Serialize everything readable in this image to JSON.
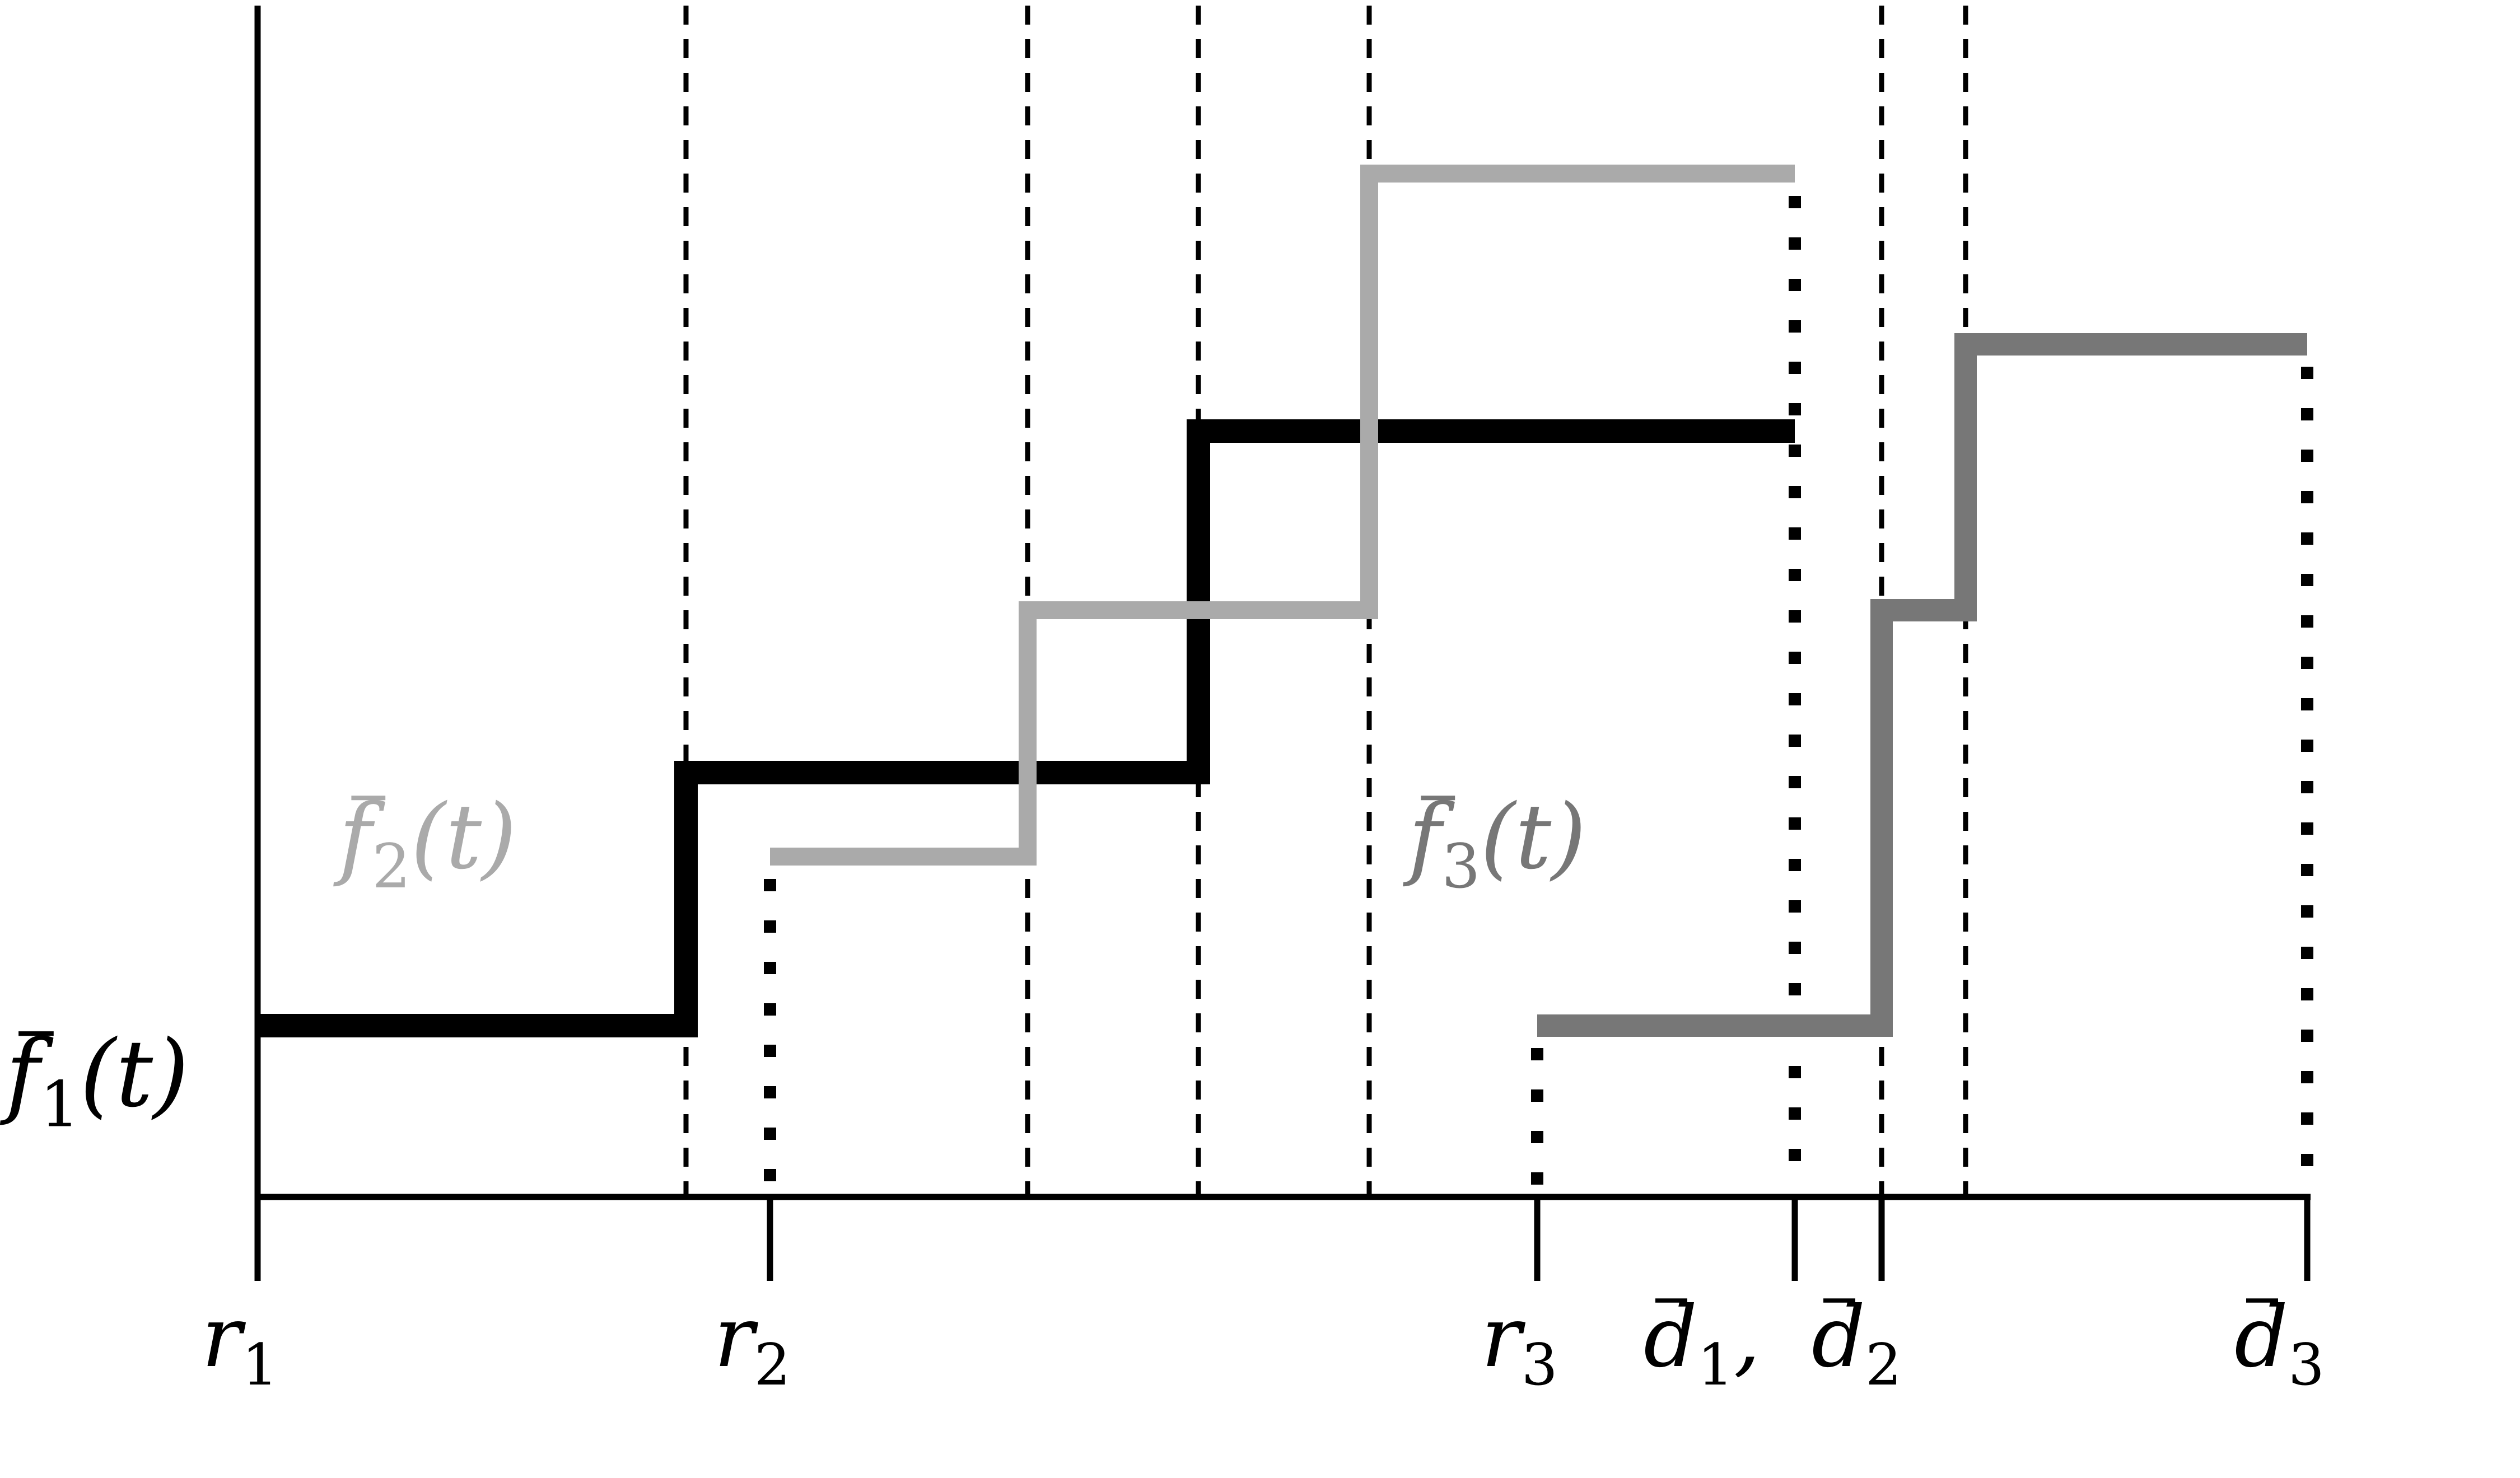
{
  "colors": {
    "axis": "#000000",
    "f1": "#000000",
    "f2": "#aaaaaa",
    "f3": "#777777",
    "guide": "#000000",
    "background": "#ffffff"
  },
  "functions": [
    {
      "id": "f1",
      "label": {
        "base": "f",
        "sub": "1",
        "arg": "(t)"
      },
      "color": "#000000",
      "release_marker": "r_1",
      "deadline_marker": "d_1",
      "steps": [
        {
          "from": "r_1",
          "to": "b1",
          "level": 1
        },
        {
          "from": "b1",
          "to": "b3",
          "level": 3
        },
        {
          "from": "b3",
          "to": "d_1",
          "level": 5
        }
      ]
    },
    {
      "id": "f2",
      "label": {
        "base": "f",
        "sub": "2",
        "arg": "(t)"
      },
      "color": "#aaaaaa",
      "release_marker": "r_2",
      "deadline_marker": "d_1",
      "steps": [
        {
          "from": "r_2",
          "to": "b2",
          "level": 2
        },
        {
          "from": "b2",
          "to": "b4",
          "level": 4
        },
        {
          "from": "b4",
          "to": "d_1",
          "level": 8
        }
      ]
    },
    {
      "id": "f3",
      "label": {
        "base": "f",
        "sub": "3",
        "arg": "(t)"
      },
      "color": "#777777",
      "release_marker": "r_3",
      "deadline_marker": "d_3",
      "steps": [
        {
          "from": "r_3",
          "to": "d_2",
          "level": 1
        },
        {
          "from": "d_2",
          "to": "b5",
          "level": 4
        },
        {
          "from": "b5",
          "to": "d_3",
          "level": 6
        }
      ]
    }
  ],
  "x_markers": [
    {
      "id": "r_1",
      "base": "r",
      "sub": "1",
      "bar": false
    },
    {
      "id": "r_2",
      "base": "r",
      "sub": "2",
      "bar": false
    },
    {
      "id": "r_3",
      "base": "r",
      "sub": "3",
      "bar": false
    },
    {
      "id": "d_1",
      "base": "d",
      "sub": "1",
      "bar": true,
      "suffix": ","
    },
    {
      "id": "d_2",
      "base": "d",
      "sub": "2",
      "bar": true
    },
    {
      "id": "d_3",
      "base": "d",
      "sub": "3",
      "bar": true
    }
  ],
  "breakpoints_unlabeled": [
    "b1",
    "b2",
    "b3",
    "b4",
    "b5"
  ],
  "dashed_guides_at": [
    "b1",
    "b2",
    "b3",
    "b4",
    "d_2",
    "b5"
  ],
  "dotted_guides_at": [
    "r_2",
    "r_3",
    "d_1",
    "d_3"
  ]
}
